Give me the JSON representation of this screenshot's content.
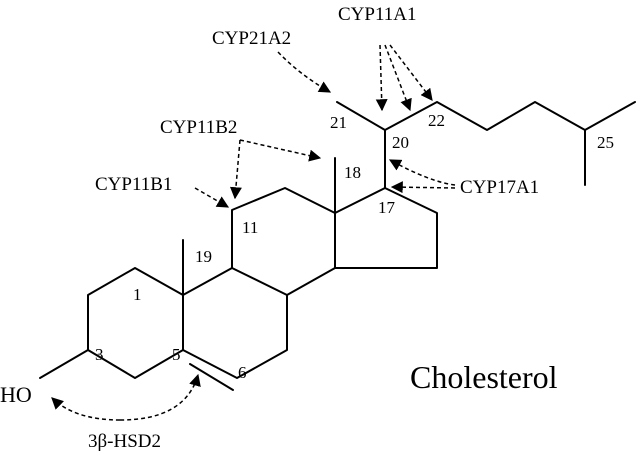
{
  "title": "Cholesterol",
  "hydroxyl": "HO",
  "enzymes": {
    "cyp11a1": "CYP11A1",
    "cyp21a2": "CYP21A2",
    "cyp11b2": "CYP11B2",
    "cyp11b1": "CYP11B1",
    "cyp17a1": "CYP17A1",
    "hsd3b2": "3β-HSD2"
  },
  "carbons": {
    "c1": "1",
    "c3": "3",
    "c5": "5",
    "c6": "6",
    "c11": "11",
    "c17": "17",
    "c18": "18",
    "c19": "19",
    "c20": "20",
    "c21": "21",
    "c22": "22",
    "c25": "25"
  }
}
